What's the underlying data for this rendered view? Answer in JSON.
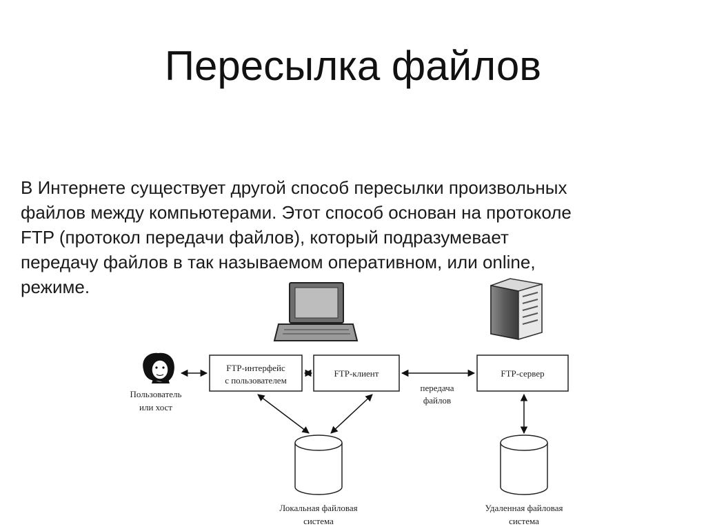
{
  "slide": {
    "title": "Пересылка файлов",
    "body_lines": [
      "В Интернете существует другой способ пересылки произвольных",
      "файлов между компьютерами. Этот способ основан на протоколе",
      "FTP (протокол передачи файлов), который подразумевает",
      "передачу файлов в так называемом оперативном, или online,",
      "режиме."
    ]
  },
  "diagram": {
    "nodes": {
      "ftp_interface": [
        "FTP-интерфейс",
        "с пользователем"
      ],
      "ftp_client": "FTP-клиент",
      "ftp_server": "FTP-сервер"
    },
    "labels": {
      "user": [
        "Пользователь",
        "или хост"
      ],
      "transfer": [
        "передача",
        "файлов"
      ],
      "local_fs": [
        "Локальная файловая",
        "система"
      ],
      "remote_fs": [
        "Удаленная файловая",
        "система"
      ]
    },
    "icons": [
      "laptop-icon",
      "server-icon",
      "user-face-icon",
      "database-icon"
    ]
  }
}
